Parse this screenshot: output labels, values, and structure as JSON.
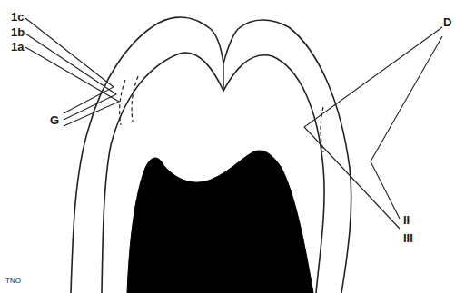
{
  "diagram": {
    "labels": [
      "1c",
      "1b",
      "1a",
      "G",
      "D",
      "II",
      "III",
      "TNO"
    ]
  }
}
